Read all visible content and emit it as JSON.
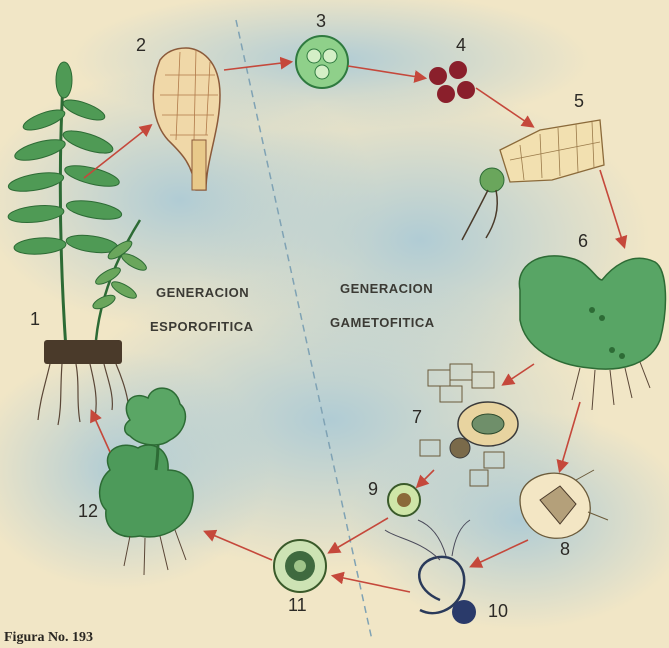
{
  "generations": {
    "sporophytic": [
      "GENERACION",
      "ESPOROFITICA"
    ],
    "gametophytic": [
      "GENERACION",
      "GAMETOFITICA"
    ]
  },
  "stages": [
    "1",
    "2",
    "3",
    "4",
    "5",
    "6",
    "7",
    "8",
    "9",
    "10",
    "11",
    "12"
  ],
  "figure_caption": "Figura No. 193",
  "colors": {
    "paper": "#f1e6c6",
    "sky": "#b9d3dc",
    "plant": "#3f8a4a",
    "arrow": "#c5483b",
    "divider": "#7fa2b4"
  }
}
